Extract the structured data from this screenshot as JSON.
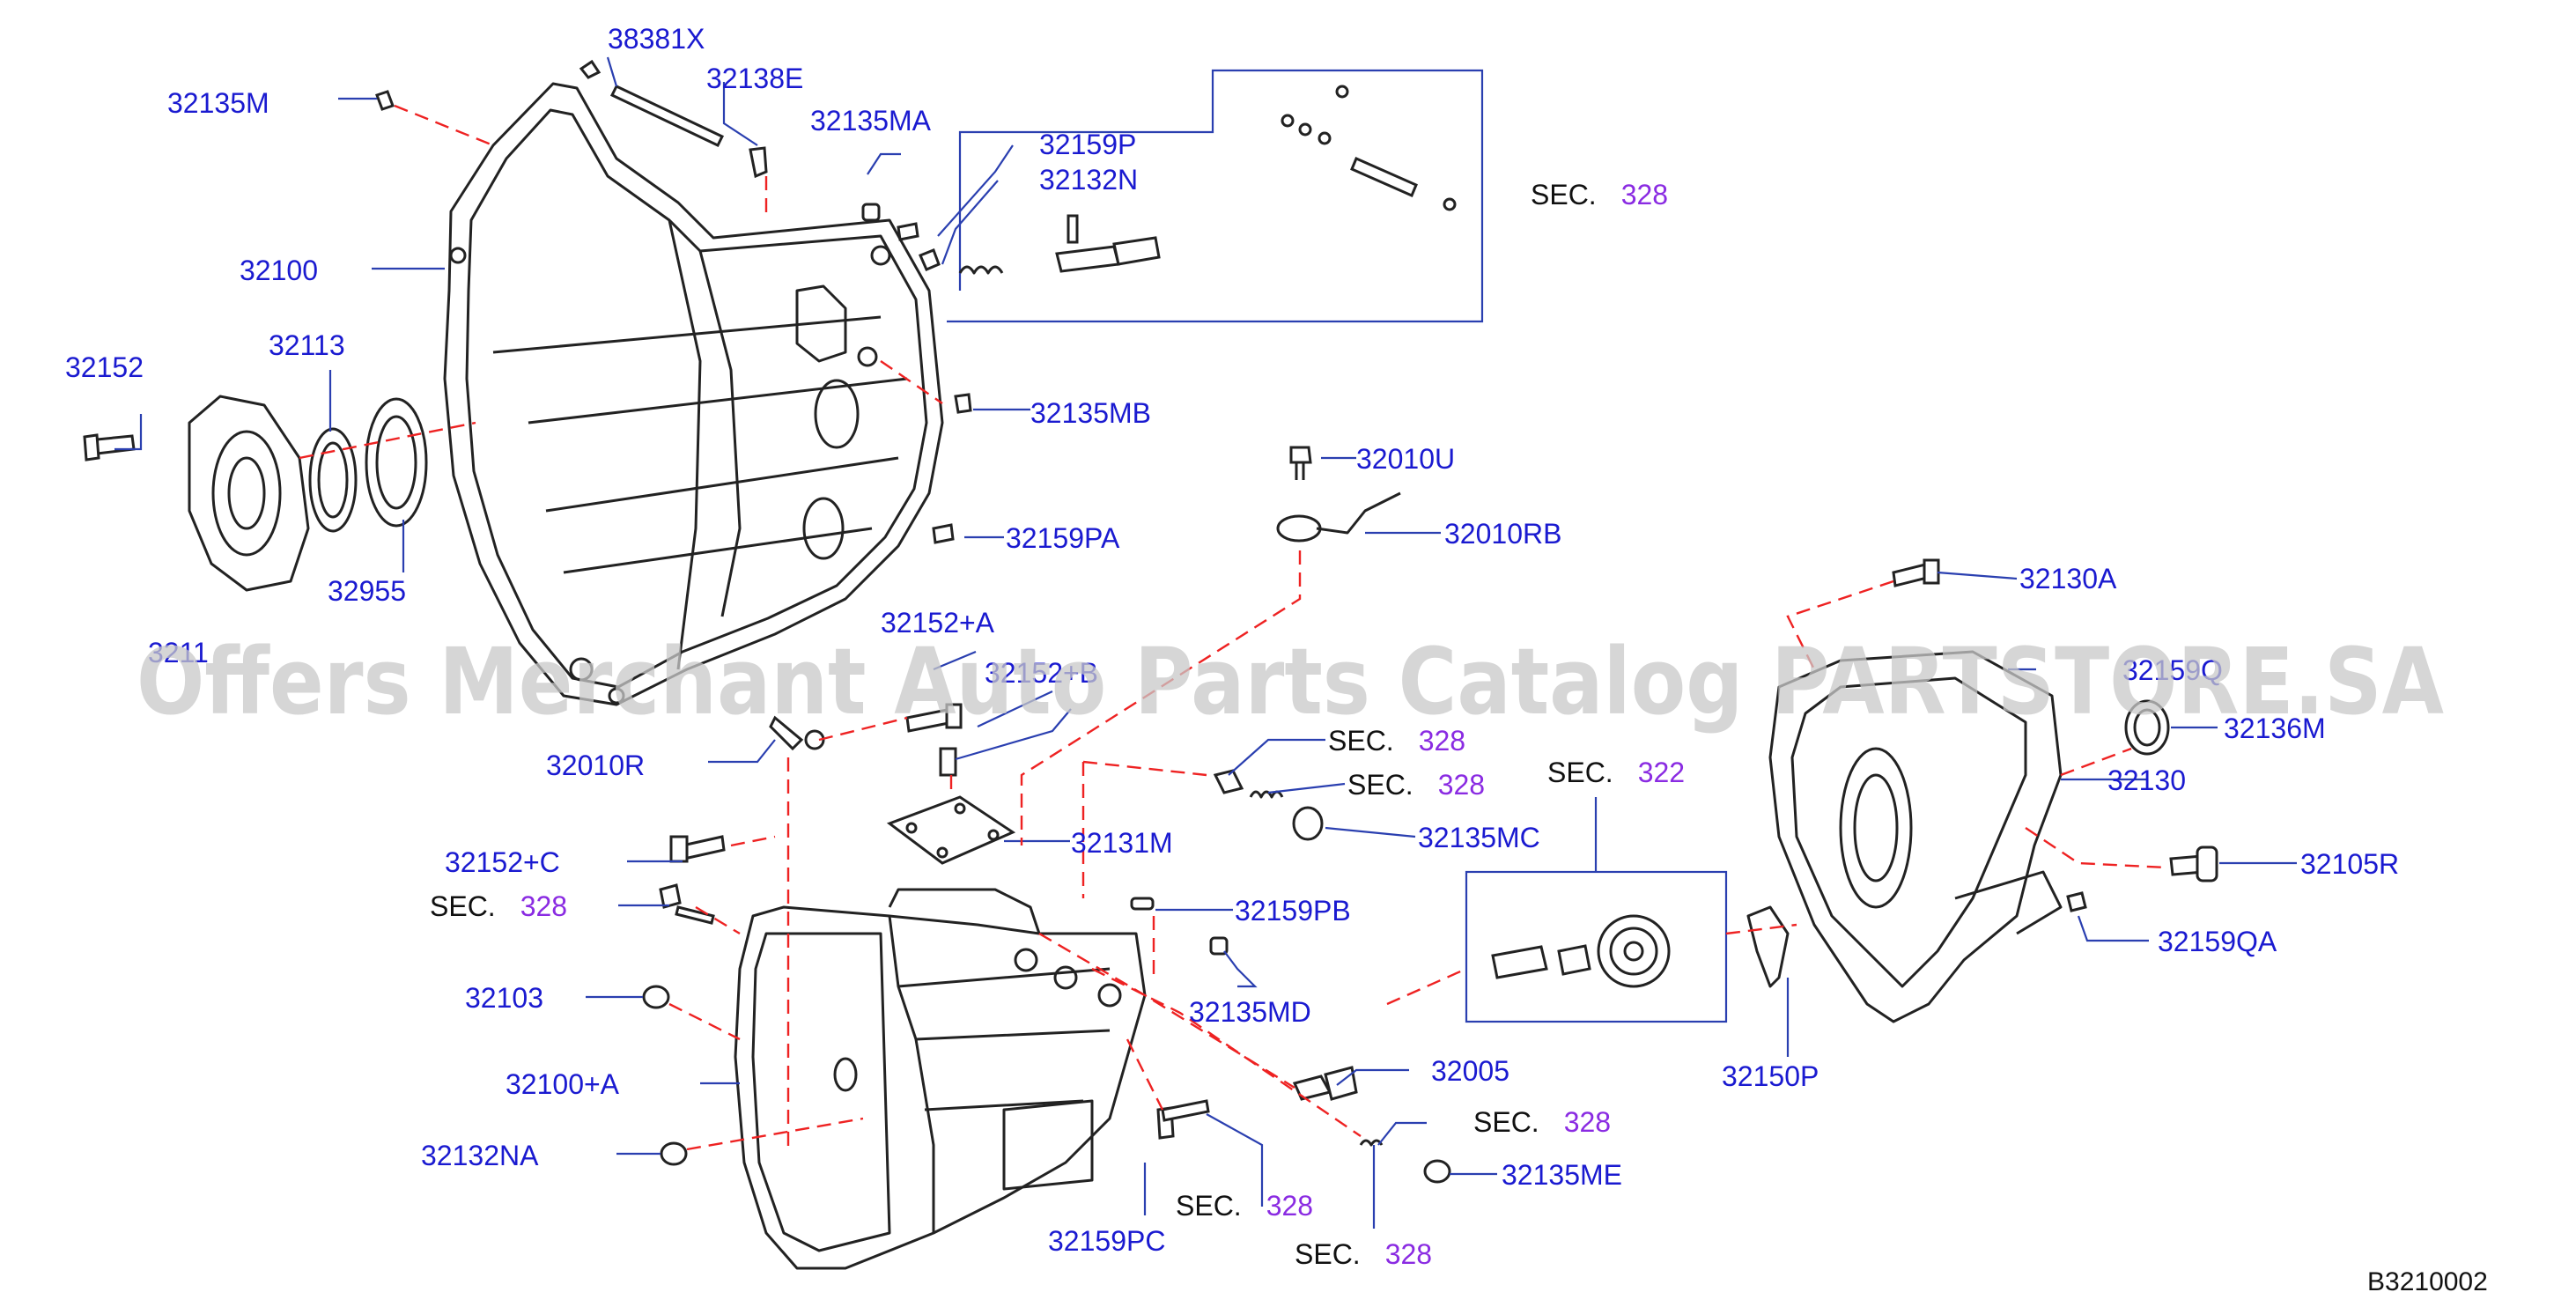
{
  "watermark": "Offers Merchant Auto Parts Catalog PARTSTORE.SA",
  "diagram_code": "B3210002",
  "sec_prefix": "SEC.",
  "parts": {
    "p38381X": "38381X",
    "p32138E": "32138E",
    "p32135M": "32135M",
    "p32135MA": "32135MA",
    "p32159P": "32159P",
    "p32132N": "32132N",
    "p32100": "32100",
    "p32152": "32152",
    "p32113": "32113",
    "p32955": "32955",
    "p3211x": "3211",
    "p32135MB": "32135MB",
    "p32159PA": "32159PA",
    "p32010U": "32010U",
    "p32010RB": "32010RB",
    "p32152A": "32152+A",
    "p32152B": "32152+B",
    "p32010R": "32010R",
    "p32131M": "32131M",
    "p32135MC": "32135MC",
    "p32152C": "32152+C",
    "p32159PB": "32159PB",
    "p32103": "32103",
    "p32135MD": "32135MD",
    "p32100A": "32100+A",
    "p32005": "32005",
    "p32132NA": "32132NA",
    "p32135ME": "32135ME",
    "p32159PC": "32159PC",
    "p32130A": "32130A",
    "p32159Q": "32159Q",
    "p32136M": "32136M",
    "p32130": "32130",
    "p32105R": "32105R",
    "p32159QA": "32159QA",
    "p32150P": "32150P"
  },
  "sections": {
    "s328": "328",
    "s322": "322"
  }
}
